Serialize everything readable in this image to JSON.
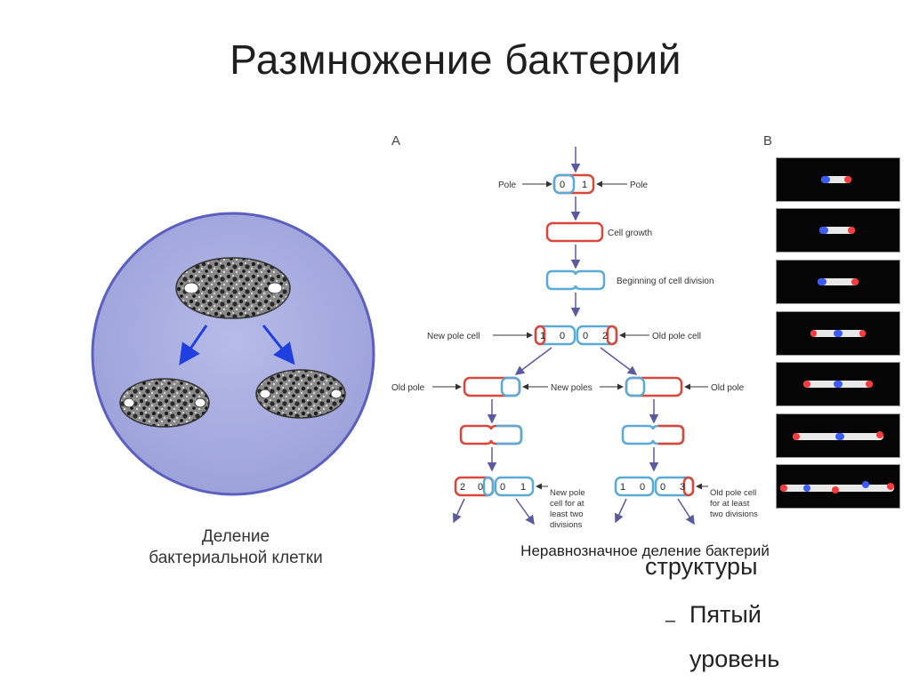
{
  "slide": {
    "title": "Размножение бактерий",
    "left_caption_line1": "Деление",
    "left_caption_line2": "бактериальной клетки",
    "right_caption": "Неравнозначное деление бактерий",
    "bullet_line1": "структуры",
    "bullet_dash": "–",
    "bullet_line2": "Пятый",
    "bullet_line3": "уровень"
  },
  "diagram": {
    "panel_a_label": "A",
    "panel_b_label": "B",
    "pole_left": "Pole",
    "pole_right": "Pole",
    "cell_top_digits": [
      "0",
      "1"
    ],
    "cell_growth": "Cell growth",
    "beginning_division": "Beginning of cell division",
    "new_pole_cell": "New pole cell",
    "old_pole_cell": "Old pole cell",
    "mid_digits": [
      "1",
      "0",
      "0",
      "2"
    ],
    "old_pole_left": "Old pole",
    "new_poles": "New poles",
    "old_pole_right": "Old pole",
    "bottom_left_digits": [
      "2",
      "0",
      "0",
      "1"
    ],
    "bottom_right_digits": [
      "1",
      "0",
      "0",
      "3"
    ],
    "note_left": [
      "New pole",
      "cell for at",
      "least two",
      "divisions"
    ],
    "note_right": [
      "Old pole cell",
      "for at least",
      "two divisions"
    ]
  },
  "colors": {
    "circle_fill": "#a9addf",
    "circle_border": "#5a5fc0",
    "arrow_blue": "#1f3fe0",
    "cell_red": "#d9463a",
    "cell_blue": "#5aaad8",
    "diagram_arrow": "#5a5aa0"
  }
}
